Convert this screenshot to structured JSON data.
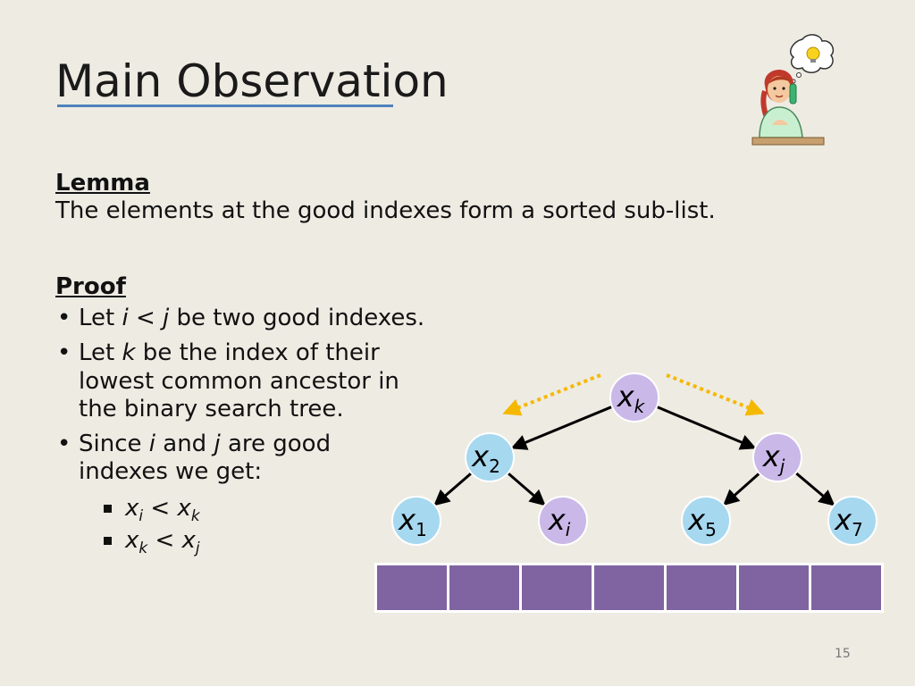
{
  "slide": {
    "title": "Main Observation",
    "lemma": {
      "heading": "Lemma",
      "text": "The elements at the good indexes form a sorted sub-list."
    },
    "proof": {
      "heading": "Proof",
      "b1_pre": "Let ",
      "b1_i": "i",
      "b1_lt": " < ",
      "b1_j": "j",
      "b1_post": " be two good indexes.",
      "b2_pre": "Let ",
      "b2_k": "k",
      "b2_post": " be the index of their lowest common ancestor in the binary search tree.",
      "b3_pre": "Since ",
      "b3_i": "i",
      "b3_and": " and ",
      "b3_j": "j",
      "b3_post": " are good indexes we get:",
      "sub1": {
        "x": "x",
        "sub_a": "i",
        "op": " < ",
        "x2": "x",
        "sub_b": "k"
      },
      "sub2": {
        "x": "x",
        "sub_a": "k",
        "op": " < ",
        "x2": "x",
        "sub_b": "j"
      }
    },
    "page_number": "15"
  },
  "tree": {
    "nodes": [
      {
        "id": "xk",
        "base": "x",
        "sub": "k"
      },
      {
        "id": "x2",
        "base": "x",
        "sub": "2"
      },
      {
        "id": "xj",
        "base": "x",
        "sub": "j"
      },
      {
        "id": "x1",
        "base": "x",
        "sub": "1"
      },
      {
        "id": "xi",
        "base": "x",
        "sub": "i"
      },
      {
        "id": "x5",
        "base": "x",
        "sub": "5"
      },
      {
        "id": "x7",
        "base": "x",
        "sub": "7"
      }
    ],
    "array_cells": 7,
    "colors": {
      "node_fill": "#A6D8F0",
      "node_fill_highlight": "#C9B8E8",
      "arrow": "#F5B800",
      "array_cell": "#8064A2",
      "edge": "#000000"
    }
  }
}
